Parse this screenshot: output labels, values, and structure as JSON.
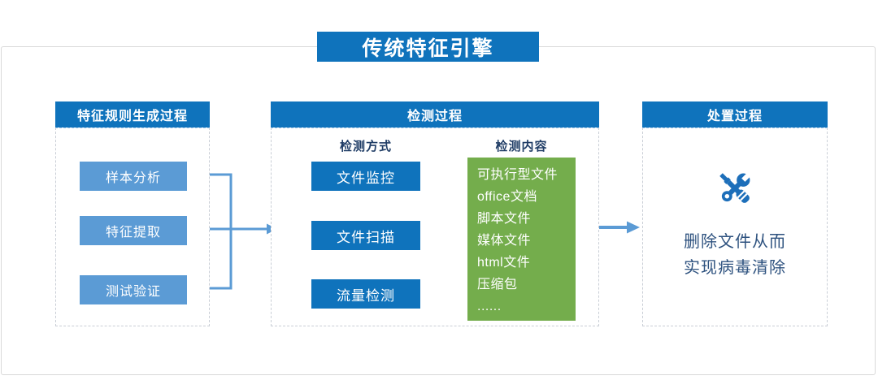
{
  "title": "传统特征引擎",
  "sections": {
    "generation": {
      "header": "特征规则生成过程",
      "steps": [
        "样本分析",
        "特征提取",
        "测试验证"
      ]
    },
    "detection": {
      "header": "检测过程",
      "methods_label": "检测方式",
      "methods": [
        "文件监控",
        "文件扫描",
        "流量检测"
      ],
      "content_label": "检测内容",
      "content_items": [
        "可执行型文件",
        "office文档",
        "脚本文件",
        "媒体文件",
        "html文件",
        "压缩包",
        "......"
      ]
    },
    "disposal": {
      "header": "处置过程",
      "icon": "tools-icon",
      "text_line1": "删除文件从而",
      "text_line2": "实现病毒清除"
    }
  },
  "colors": {
    "primary_blue": "#0f73bc",
    "accent_blue": "#5b9bd5",
    "green": "#74ad4c",
    "label_navy": "#203d66",
    "disposal_text_navy": "#2e527f"
  }
}
